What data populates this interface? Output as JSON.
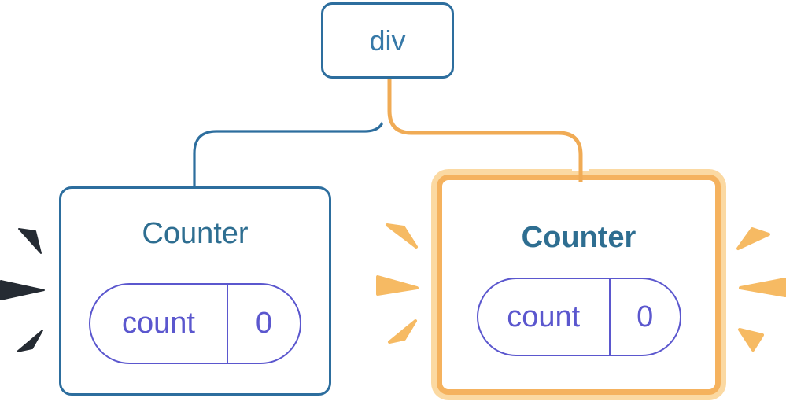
{
  "tree": {
    "root_label": "div",
    "left_counter": {
      "title": "Counter",
      "state_key": "count",
      "state_value": "0",
      "highlighted": false
    },
    "right_counter": {
      "title": "Counter",
      "state_key": "count",
      "state_value": "0",
      "highlighted": true
    }
  },
  "colors": {
    "blue-border": "#2D6E9E",
    "blue-text": "#3779A8",
    "title-teal": "#2E6E91",
    "indigo": "#5B57CE",
    "orange-line": "#F0AB55",
    "ring-light": "#FBD9A2",
    "ring-orange": "#F5B25E",
    "spark-orange": "#F6BA63",
    "spark-dark": "#252B33",
    "card-bg": "#FFFFFF"
  }
}
